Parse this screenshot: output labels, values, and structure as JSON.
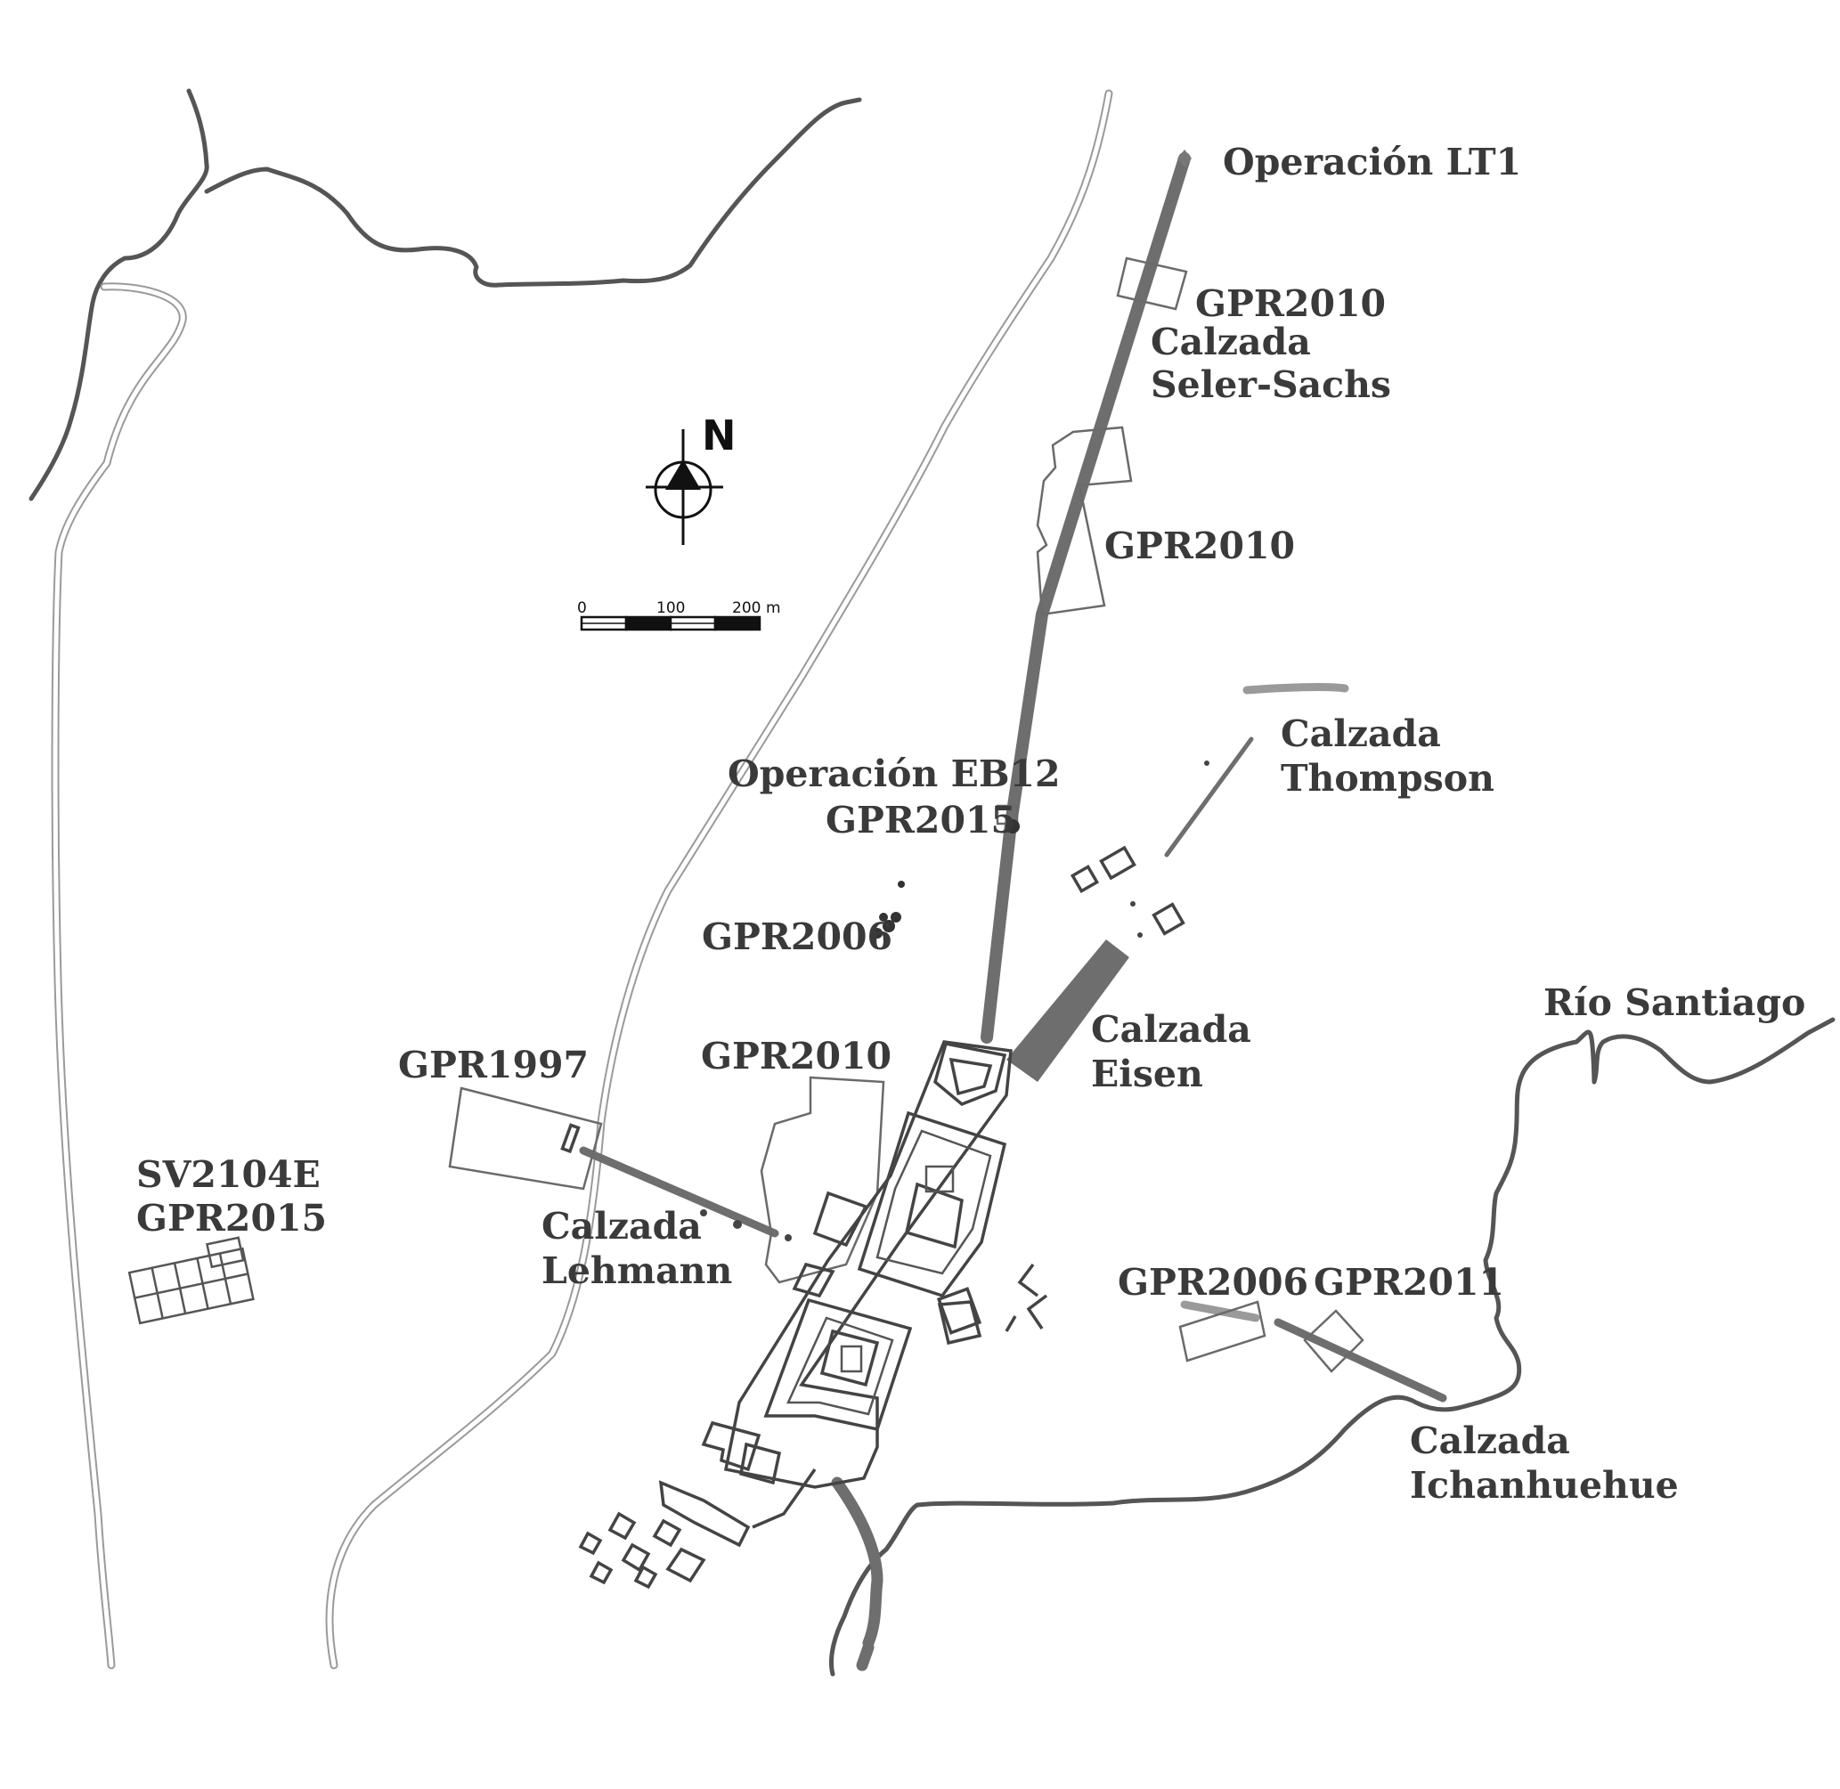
{
  "map": {
    "north_label": "N",
    "scale_bar": {
      "ticks": [
        "0",
        "100",
        "200"
      ],
      "unit": "m"
    },
    "labels": {
      "operacion_lt1": "Operación LT1",
      "gpr2010_north": "GPR2010",
      "calzada_seler_sachs_1": "Calzada",
      "calzada_seler_sachs_2": "Seler-Sachs",
      "gpr2010_mid": "GPR2010",
      "calzada_thompson_1": "Calzada",
      "calzada_thompson_2": "Thompson",
      "operacion_eb12": "Operación EB12",
      "gpr2015_eb12": "GPR2015",
      "gpr2006_west": "GPR2006",
      "calzada_eisen_1": "Calzada",
      "calzada_eisen_2": "Eisen",
      "rio_santiago": "Río Santiago",
      "gpr1997": "GPR1997",
      "gpr2010_south": "GPR2010",
      "sv2104e": "SV2104E",
      "gpr2015_west": "GPR2015",
      "calzada_lehmann_1": "Calzada",
      "calzada_lehmann_2": "Lehmann",
      "gpr2006_east": "GPR2006",
      "gpr2011": "GPR2011",
      "calzada_ichanhuehue_1": "Calzada",
      "calzada_ichanhuehue_2": "Ichanhuehue"
    },
    "colors": {
      "river": "#555555",
      "road": "#9a9a9a",
      "causeway": "#6e6e6e",
      "structure": "#444444",
      "label": "#3a3a3a"
    }
  }
}
